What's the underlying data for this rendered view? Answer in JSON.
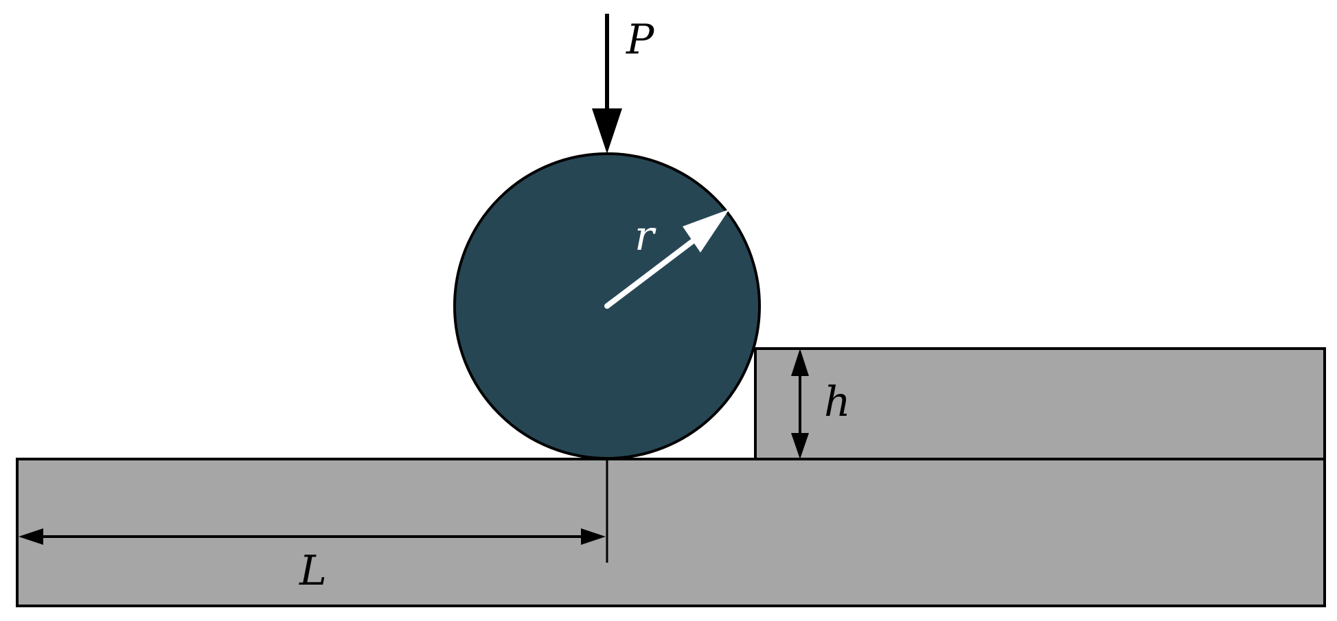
{
  "labels": {
    "force": "P",
    "radius": "r",
    "step_height": "h",
    "distance": "L"
  },
  "colors": {
    "ball_fill": "#274654",
    "block_fill": "#a6a6a6",
    "stroke": "#000000",
    "radius_arrow": "#ffffff"
  }
}
